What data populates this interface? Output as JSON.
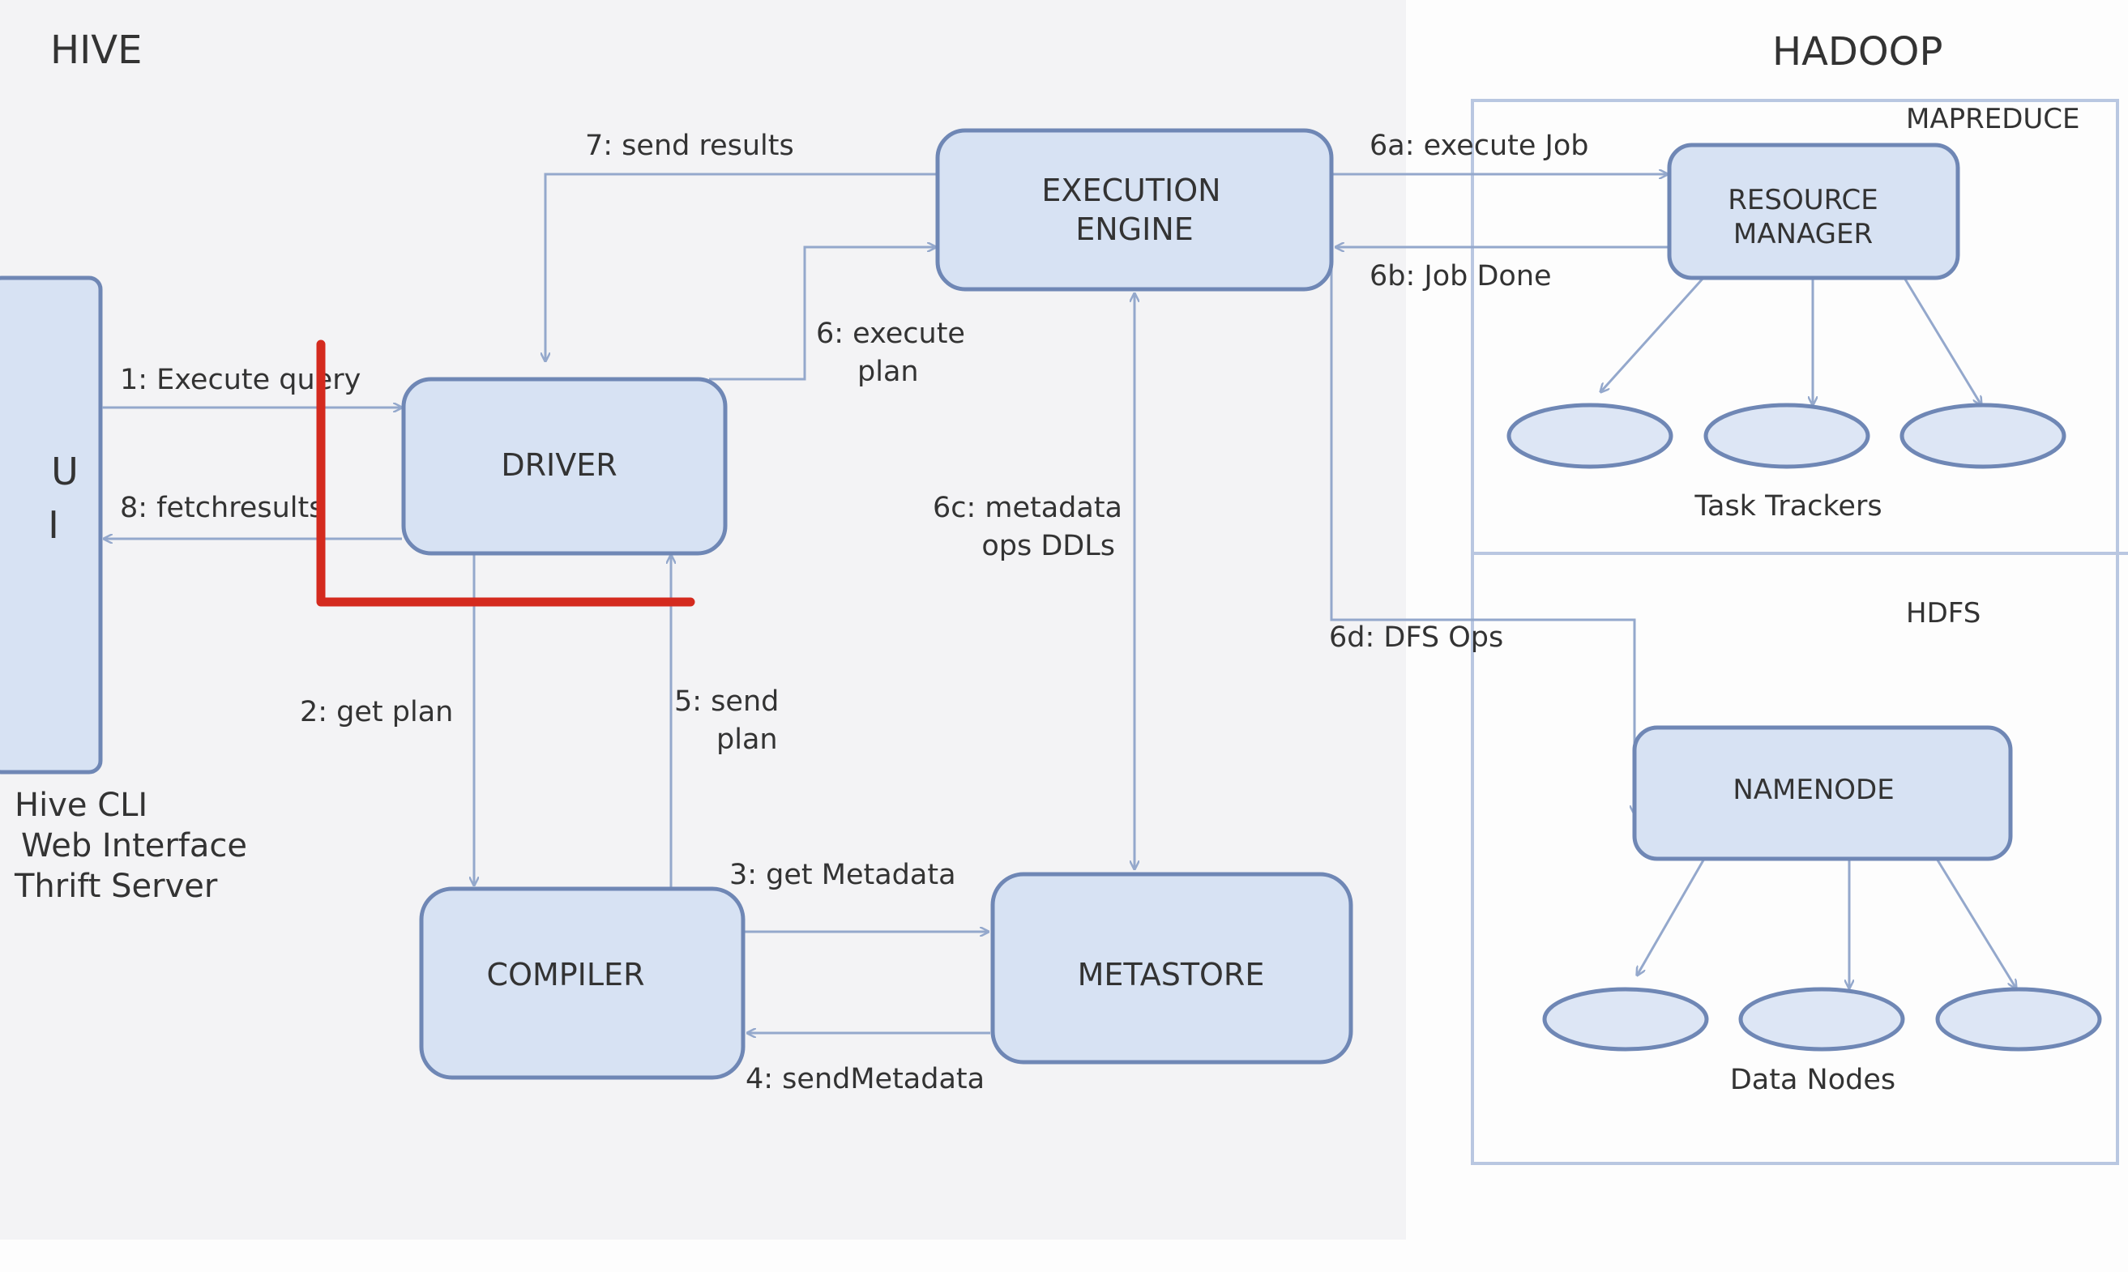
{
  "sections": {
    "hive": "HIVE",
    "hadoop": "HADOOP",
    "mapreduce": "MAPREDUCE",
    "hdfs": "HDFS"
  },
  "ui": {
    "letter1": "U",
    "letter2": "I",
    "clients": [
      "Hive CLI",
      "Web Interface",
      "Thrift Server"
    ]
  },
  "components": {
    "execution_engine": [
      "EXECUTION",
      "ENGINE"
    ],
    "driver": "DRIVER",
    "compiler": "COMPILER",
    "metastore": "METASTORE",
    "resource_manager": [
      "RESOURCE",
      "MANAGER"
    ],
    "namenode": "NAMENODE"
  },
  "groups": {
    "task_trackers": "Task Trackers",
    "data_nodes": "Data Nodes"
  },
  "steps": {
    "s1": "1: Execute query",
    "s2": "2: get plan",
    "s3": "3: get Metadata",
    "s4": "4: sendMetadata",
    "s5": [
      "5: send",
      "plan"
    ],
    "s6": [
      "6: execute",
      "plan"
    ],
    "s6a": "6a: execute Job",
    "s6b": "6b:  Job  Done",
    "s6c": [
      "6c: metadata",
      "ops DDLs"
    ],
    "s6d": "6d:  DFS Ops",
    "s7": "7: send results",
    "s8": "8: fetchresults"
  },
  "colors": {
    "box_fill": "#d7e2f3",
    "box_stroke": "#6f87b5",
    "arrow": "#94a8cc",
    "highlight": "#d42a1e",
    "hive_panel": "#f3f3f5"
  }
}
